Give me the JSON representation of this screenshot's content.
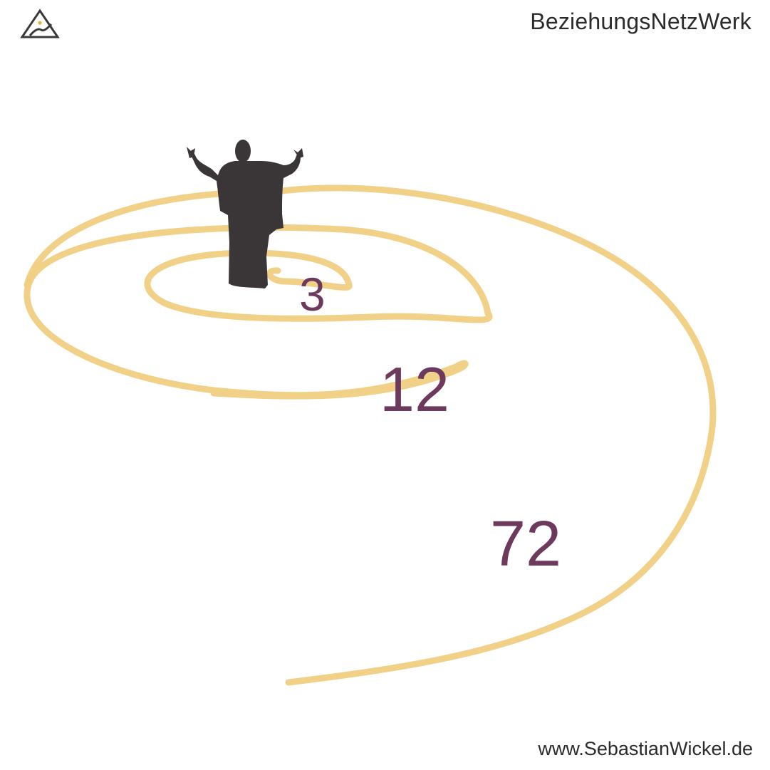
{
  "header": {
    "brand_title": "BeziehungsNetzWerk",
    "logo_icon": "mountain-triangle-logo-icon"
  },
  "diagram": {
    "center_figure_icon": "jesus-silhouette-icon",
    "spiral_color": "#f0cf82",
    "label_color": "#6d3a5e",
    "rings": [
      {
        "label": "3"
      },
      {
        "label": "12"
      },
      {
        "label": "72"
      }
    ]
  },
  "footer": {
    "url": "www.SebastianWickel.de"
  }
}
